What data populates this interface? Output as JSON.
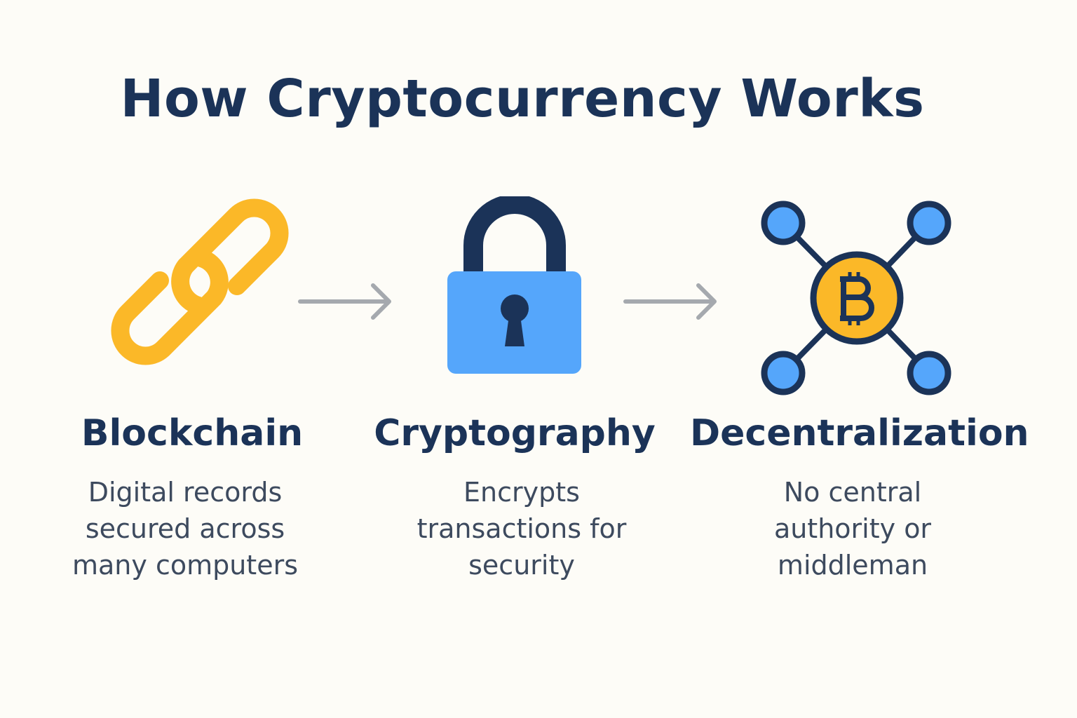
{
  "title": "How Cryptocurrency Works",
  "colors": {
    "navy": "#1b3358",
    "gold": "#fbb828",
    "blue": "#55a6fb",
    "arrow_gray": "#a5a9ae",
    "background": "#fdfcf7"
  },
  "steps": [
    {
      "icon": "chain-link-icon",
      "heading": "Blockchain",
      "description_lines": [
        "Digital records",
        "secured across",
        "many computers"
      ]
    },
    {
      "icon": "padlock-icon",
      "heading": "Cryptography",
      "description_lines": [
        "Encrypts",
        "transactions for",
        "security"
      ]
    },
    {
      "icon": "bitcoin-network-icon",
      "heading": "Decentralization",
      "description_lines": [
        "No central",
        "authority or",
        "middleman"
      ]
    }
  ]
}
